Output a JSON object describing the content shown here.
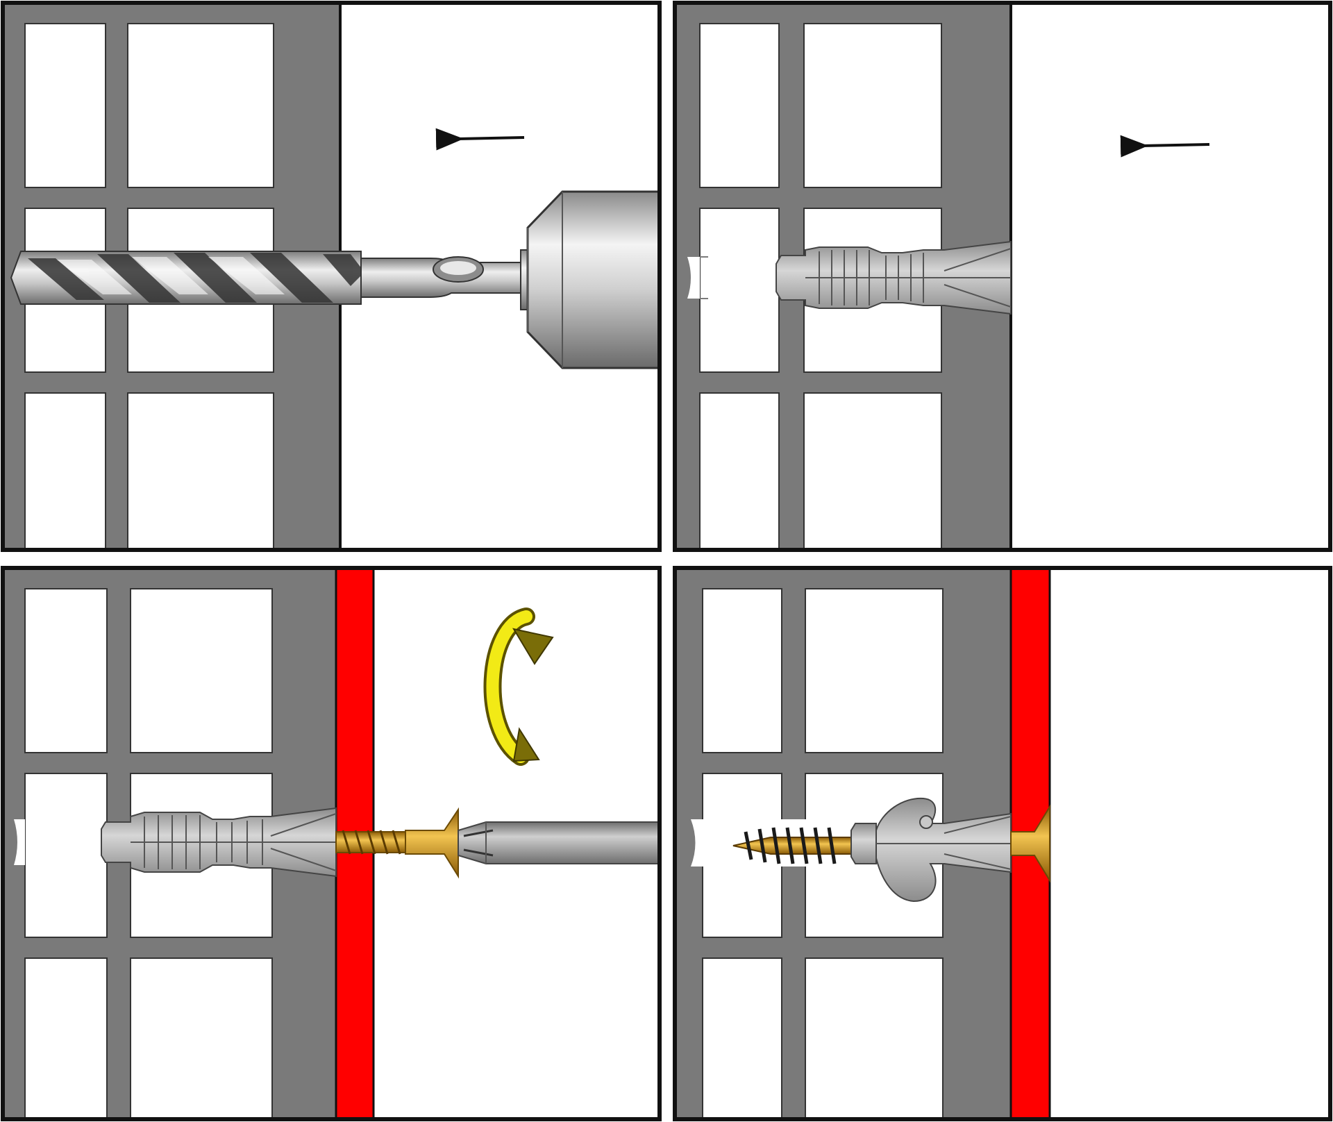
{
  "figure": {
    "type": "installation-steps",
    "panels": [
      {
        "step": 1,
        "action": "drill-hole",
        "parts": [
          "masonry-block",
          "drill-bit",
          "drill-chuck",
          "left-arrow"
        ]
      },
      {
        "step": 2,
        "action": "insert-plug",
        "parts": [
          "masonry-block",
          "hole",
          "wall-plug",
          "left-arrow"
        ]
      },
      {
        "step": 3,
        "action": "drive-screw",
        "parts": [
          "masonry-block",
          "hole",
          "wall-plug",
          "fixture-strip",
          "screw",
          "screwdriver",
          "rotation-arrow"
        ]
      },
      {
        "step": 4,
        "action": "plug-expanded",
        "parts": [
          "masonry-block",
          "hole",
          "expanded-wall-plug",
          "fixture-strip",
          "screw-tip",
          "screw-head"
        ]
      }
    ]
  },
  "colors": {
    "wall": "#7a7a7a",
    "cavity": "#ffffff",
    "frame": "#111111",
    "fixture": "#ff0000",
    "plug": "#b3b3b3",
    "screw": "#d8a11a",
    "rotation-arrow": "#f2ea16",
    "steel": "#bcbcbc"
  },
  "icons": [
    "left-arrow-icon",
    "rotation-arrow-icon"
  ]
}
